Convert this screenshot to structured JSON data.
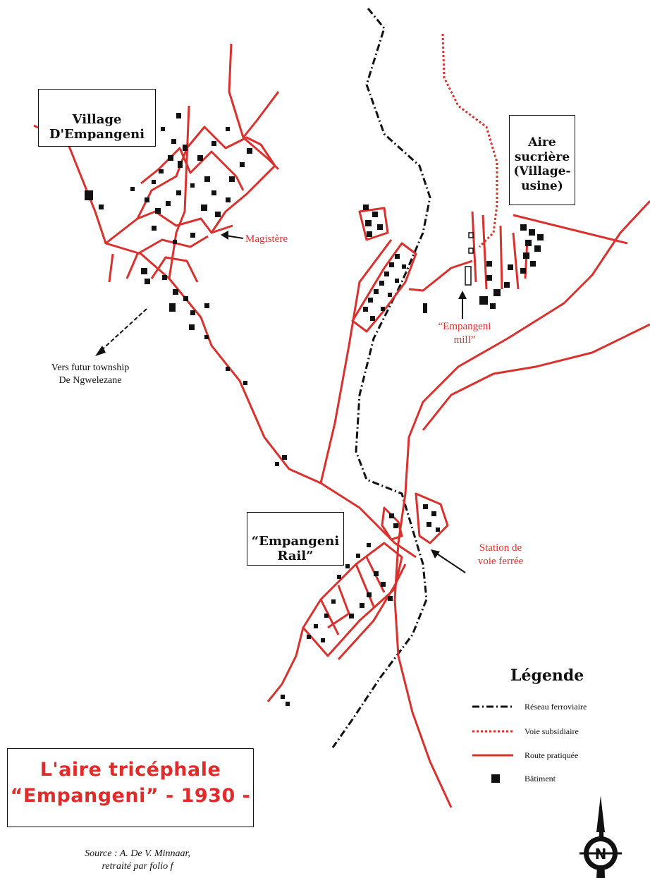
{
  "map": {
    "place_labels": {
      "village": "Village\nD'Empangeni",
      "aire_sucriere": "Aire\nsucrière\n(Village-\nusine)",
      "empangeni_rail": "“Empangeni\nRail”"
    },
    "annotations": {
      "magistere": "Magistère",
      "empangeni_mill": "“Empangeni\nmill”",
      "station": "Station de\nvoie ferrée",
      "township": "Vers futur township\nDe Ngwelezane"
    },
    "title": {
      "line1": "L'aire tricéphale",
      "line2": "“Empangeni” - 1930 -"
    },
    "legend": {
      "title": "Légende",
      "items": [
        {
          "label": "Réseau ferroviaire",
          "symbol": "dash-dot-black"
        },
        {
          "label": "Voie subsidiaire",
          "symbol": "dotted-red"
        },
        {
          "label": "Route pratiquée",
          "symbol": "solid-red"
        },
        {
          "label": "Bâtiment",
          "symbol": "black-square"
        }
      ]
    },
    "source": {
      "line1": "Source : A. De V. Minnaar,",
      "line2": "retraité par folio f"
    },
    "compass_letter": "N",
    "colors": {
      "road": "#d8312e",
      "railway": "#111111",
      "building": "#111111",
      "title_text": "#e12b2b"
    }
  }
}
